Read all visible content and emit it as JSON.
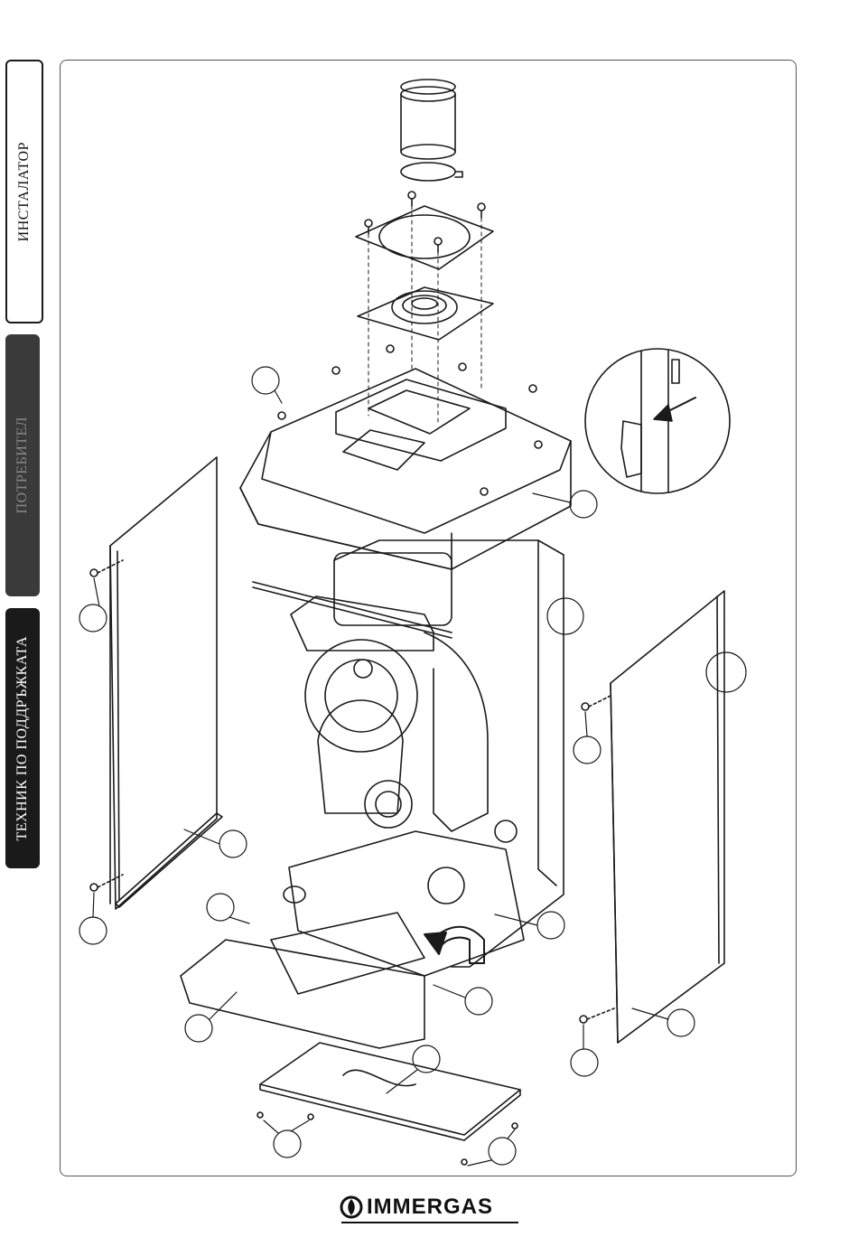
{
  "side_tabs": [
    {
      "label": "ИНСТАЛАТОР"
    },
    {
      "label": "ПОТРЕБИТЕЛ"
    },
    {
      "label": "ТЕХНИК ПО ПОДДРЪЖКАТА"
    }
  ],
  "brand": {
    "name": "IMMERGAS"
  },
  "colors": {
    "ink": "#1a1a1a",
    "tab_user": "#3a3a3a",
    "tab_tech": "#1a1a1a"
  },
  "icons": [
    "immergas-logo-icon",
    "removal-arrow-icon",
    "callout-circle-icon"
  ]
}
